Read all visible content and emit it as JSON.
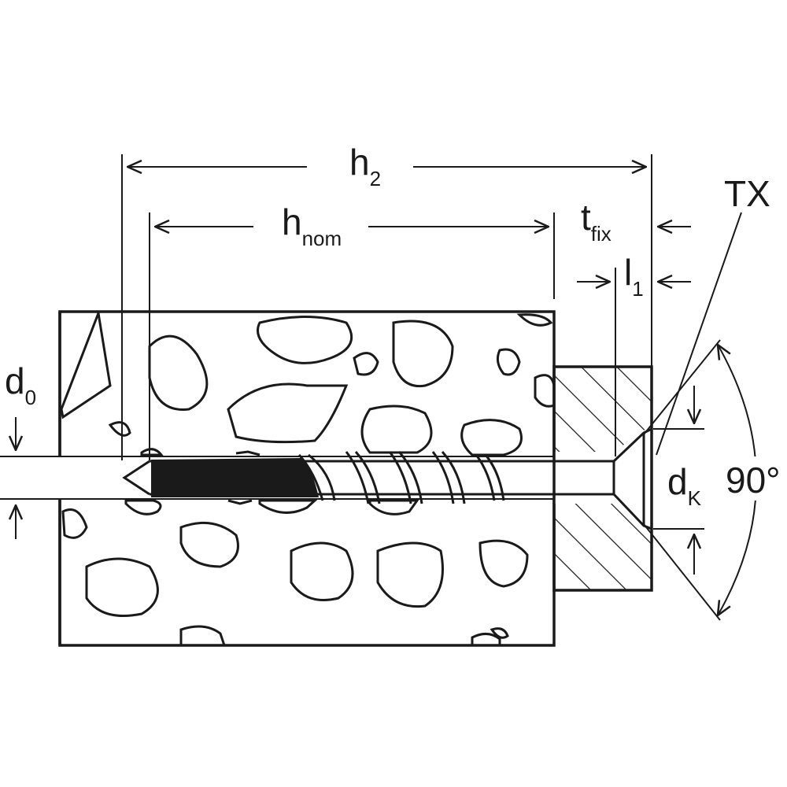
{
  "labels": {
    "h2": {
      "main": "h",
      "sub": "2"
    },
    "hnom": {
      "main": "h",
      "sub": "nom"
    },
    "tfix": {
      "main": "t",
      "sub": "fix"
    },
    "l1": {
      "main": "l",
      "sub": "1"
    },
    "d0": {
      "main": "d",
      "sub": "0"
    },
    "dk": {
      "main": "d",
      "sub": "K"
    },
    "tx": "TX",
    "angle": "90°"
  },
  "colors": {
    "line": "#1a1a1a",
    "background": "#ffffff",
    "fill_dark": "#1a1a1a"
  }
}
